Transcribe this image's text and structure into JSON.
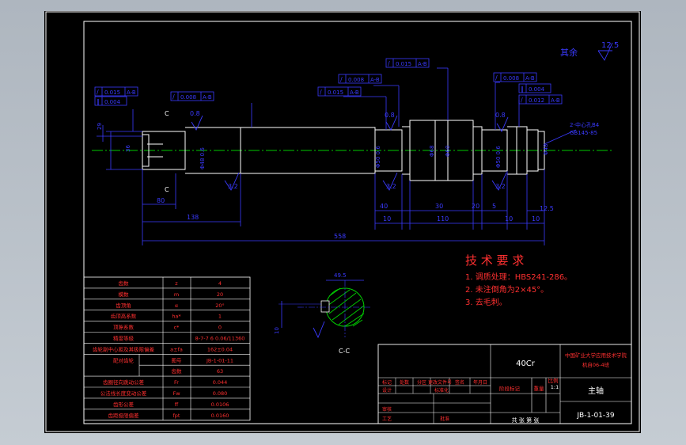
{
  "colors": {
    "background": "#000000",
    "frame": "#ffffff",
    "dimension": "#3a3aff",
    "centerline": "#00c800",
    "red_text": "#ff3030",
    "hatch": "#00d000"
  },
  "surface_finish": {
    "other_label": "其余",
    "other_value": "12.5",
    "face_value": "0.8",
    "shaft_value": "3.2"
  },
  "section": {
    "label_top": "C",
    "label_bottom": "C",
    "view_label": "C-C",
    "key_width": "49.5",
    "key_depth": "10"
  },
  "tolerance_frames": [
    {
      "sym": "/",
      "value": "0.015",
      "datum": "A-B"
    },
    {
      "sym": "∥",
      "value": "0.004",
      "datum": ""
    },
    {
      "sym": "/",
      "value": "0.008",
      "datum": "A-B"
    },
    {
      "sym": "/",
      "value": "0.008",
      "datum": "A-B"
    },
    {
      "sym": "/",
      "value": "0.015",
      "datum": "A-B"
    },
    {
      "sym": "/",
      "value": "0.015",
      "datum": "A-B"
    },
    {
      "sym": "/",
      "value": "0.008",
      "datum": "A-B"
    },
    {
      "sym": "∥",
      "value": "0.004",
      "datum": ""
    },
    {
      "sym": "/",
      "value": "0.012",
      "datum": "A-B"
    }
  ],
  "dimensions": {
    "d_left": "80",
    "d_138": "138",
    "d_558": "558",
    "d_40": "40",
    "d_10a": "10",
    "d_30": "30",
    "d_20": "20",
    "d_110": "110",
    "d_5": "5",
    "d_10b": "10",
    "d_10c": "10",
    "d_12_5": "12.5",
    "d_36": "36",
    "d_29": "29",
    "phi_left": "Φ48 0.6",
    "phi_mid": "Φ50 0.6",
    "phi_gear1": "Φ68",
    "phi_gear2": "Φ60",
    "phi_right": "Φ50 0.6",
    "phi_end": "Φ48",
    "center_note_1": "2-中心孔B4",
    "center_note_2": "GB145-85"
  },
  "tech_req": {
    "title": "技 术 要 求",
    "items": [
      "1. 调质处理：HBS241-286。",
      "2. 未注倒角为2×45°。",
      "3. 去毛刺。"
    ]
  },
  "gear_table": {
    "rows": [
      [
        "齿数",
        "z",
        "4"
      ],
      [
        "模数",
        "m",
        "20"
      ],
      [
        "齿顶角",
        "α",
        "20°"
      ],
      [
        "齿顶高系数",
        "ha*",
        "1"
      ],
      [
        "顶隙系数",
        "c*",
        "0"
      ],
      [
        "精度等级",
        "",
        "8-7-7 6 0.06/11360"
      ],
      [
        "齿轮副中心距及其极限偏差",
        "a±fa",
        "162±0.04"
      ],
      [
        "配对齿轮",
        "图号",
        "JB-1-01-11"
      ],
      [
        "",
        "齿数",
        "63"
      ],
      [
        "齿圈径向跳动公差",
        "Fr",
        "0.044"
      ],
      [
        "公法线长度变动公差",
        "Fw",
        "0.080"
      ],
      [
        "齿形公差",
        "ff",
        "0.0106"
      ],
      [
        "齿距极限偏差",
        "fpt",
        "0.0160"
      ]
    ]
  },
  "title_block": {
    "material": "40Cr",
    "school": "中国矿业大学应用技术学院",
    "class": "机自06-4班",
    "part_name": "主轴",
    "drawing_no": "JB-1-01-39",
    "scale": "1:1",
    "hdr_1": "标记",
    "hdr_2": "处数",
    "hdr_3": "分区",
    "hdr_4": "更改文件号",
    "hdr_5": "签名",
    "hdr_6": "年月日",
    "row_design": "设计",
    "row_std": "标准化",
    "row_stage": "阶段标记",
    "row_weight": "重量",
    "row_ratio": "比例",
    "row_review": "审核",
    "row_process": "工艺",
    "row_approve": "批准",
    "sheet_info": "共  张  第  张"
  }
}
